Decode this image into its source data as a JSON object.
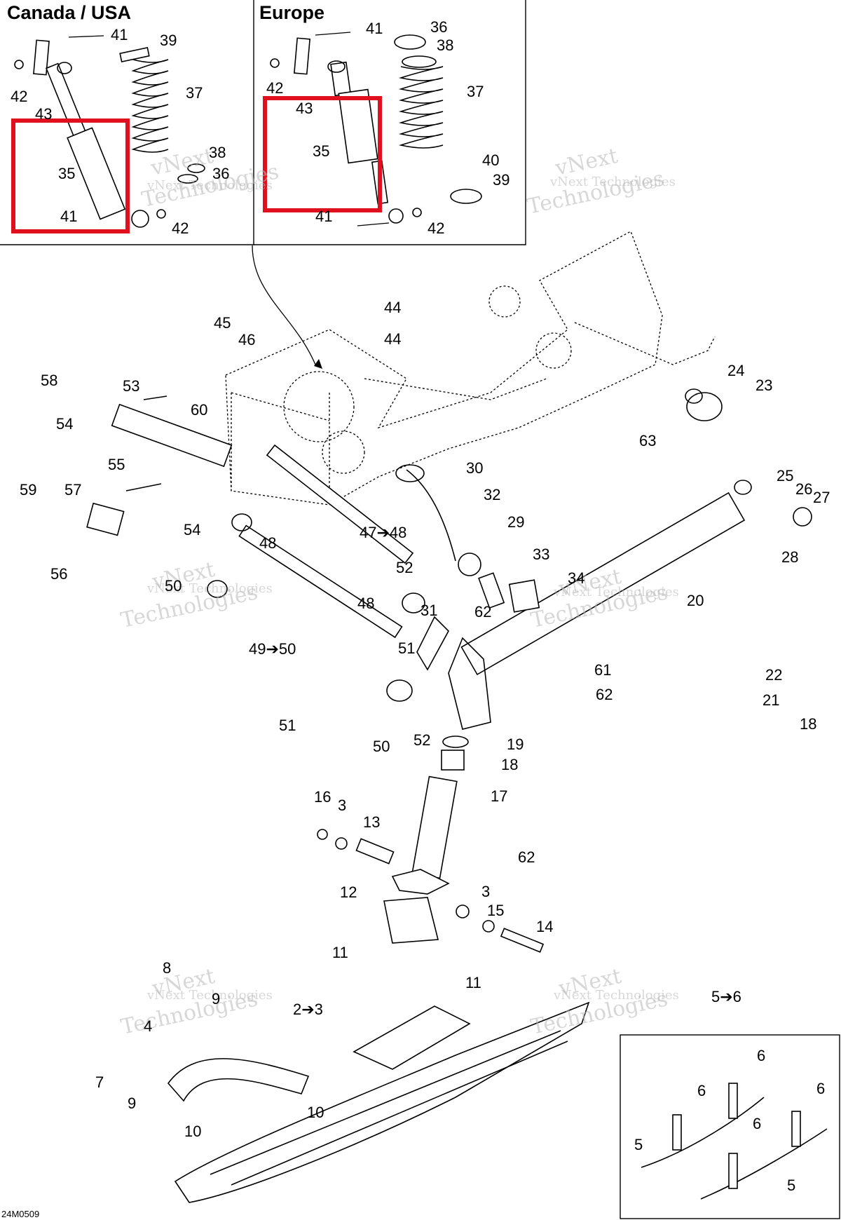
{
  "regions": {
    "canada_usa": "Canada / USA",
    "europe": "Europe"
  },
  "reference_code": "24M0509",
  "watermark": {
    "line1": "vNext",
    "line2": "Technologies",
    "line3": "vNext Technologies"
  },
  "highlight_color": "#e0101e",
  "callouts": [
    "41",
    "39",
    "37",
    "38",
    "36",
    "42",
    "43",
    "35",
    "41",
    "42",
    "41",
    "36",
    "38",
    "42",
    "43",
    "37",
    "35",
    "40",
    "39",
    "41",
    "42",
    "44",
    "44",
    "45",
    "46",
    "24",
    "23",
    "58",
    "53",
    "60",
    "54",
    "63",
    "30",
    "55",
    "57",
    "59",
    "54",
    "56",
    "48",
    "47➔48",
    "32",
    "25",
    "26",
    "27",
    "28",
    "29",
    "33",
    "34",
    "52",
    "50",
    "20",
    "31",
    "62",
    "48",
    "51",
    "49➔50",
    "61",
    "62",
    "22",
    "21",
    "18",
    "51",
    "52",
    "50",
    "19",
    "18",
    "17",
    "16",
    "3",
    "13",
    "62",
    "12",
    "3",
    "15",
    "14",
    "11",
    "11",
    "8",
    "9",
    "2➔3",
    "5➔6",
    "4",
    "6",
    "6",
    "6",
    "6",
    "7",
    "9",
    "10",
    "10",
    "5",
    "5"
  ]
}
